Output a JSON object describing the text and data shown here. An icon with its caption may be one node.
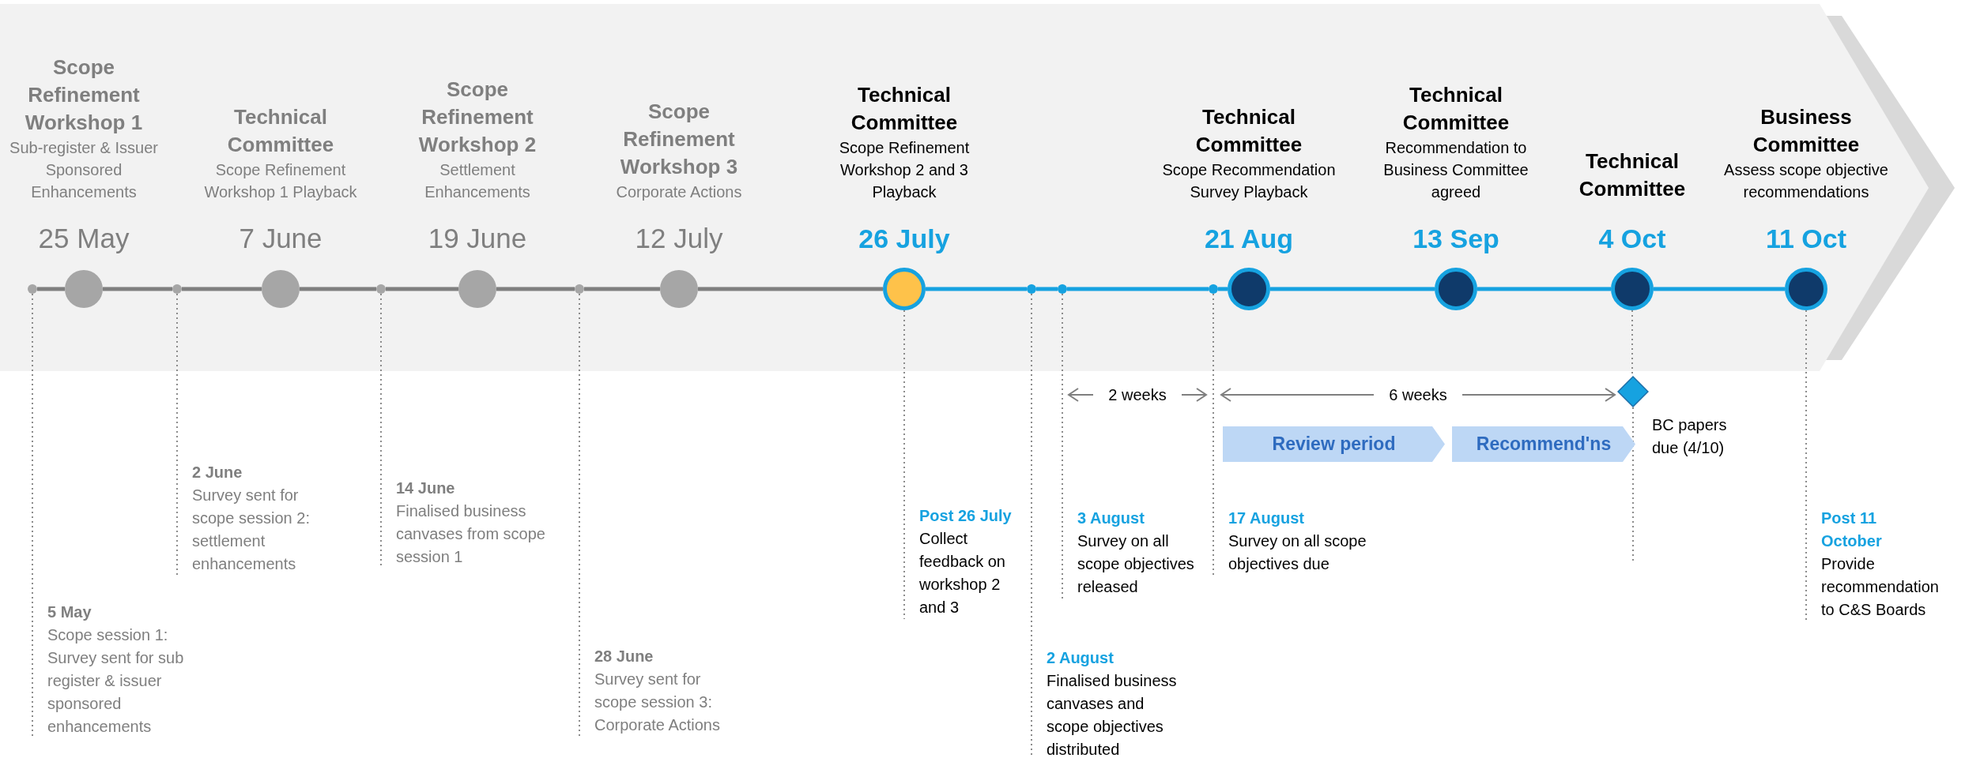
{
  "diagram": {
    "nodes": [
      {
        "text": [
          "Scope Refinement Workshop 1",
          "Sub-register & Issuer Sponsored Enhancements",
          "25 May"
        ]
      },
      {
        "text": [
          "Technical Committee",
          "Scope Refinement Workshop 1 Playback",
          "7 June"
        ]
      },
      {
        "text": [
          "Scope Refinement Workshop 2",
          "Settlement Enhancements",
          "19 June"
        ]
      },
      {
        "text": [
          "Scope Refinement Workshop 3",
          "Corporate Actions",
          "12 July"
        ]
      },
      {
        "text": [
          "Technical Committee",
          "Scope Refinement Workshop 2 and 3 Playback",
          "26 July"
        ]
      },
      {
        "text": [
          "Technical Committee",
          "Scope Recommendation Survey Playback",
          "21 Aug"
        ]
      },
      {
        "text": [
          "Technical Committee",
          "Recommendation to Business Committee agreed",
          "13 Sep"
        ]
      },
      {
        "text": [
          "Technical Committee",
          "4 Oct"
        ]
      },
      {
        "text": [
          "Business Committee",
          "Assess scope objective recommendations",
          "11 Oct"
        ]
      },
      {
        "text": [],
        "shape": "circle"
      },
      {
        "text": [],
        "shape": "circle"
      },
      {
        "text": [],
        "shape": "circle"
      },
      {
        "text": [],
        "shape": "circle"
      },
      {
        "text": [],
        "shape": "circle"
      },
      {
        "text": [],
        "shape": "circle"
      },
      {
        "text": [],
        "shape": "circle"
      },
      {
        "text": [
          "5 May",
          "Scope session 1: Survey sent for sub register & issuer sponsored enhancements"
        ]
      },
      {
        "text": [
          "2 June",
          "Survey sent for scope session 2: settlement enhancements"
        ]
      },
      {
        "text": [
          "14 June",
          "Finalised business canvases from scope session 1"
        ]
      },
      {
        "text": [
          "28 June",
          "Survey sent for scope session 3: Corporate Actions"
        ]
      },
      {
        "text": [
          "Post 26 July",
          "Collect feedback on workshop 2 and 3"
        ]
      },
      {
        "text": [
          "2 August",
          "Finalised business canvases and scope objectives distributed"
        ]
      },
      {
        "text": [
          "3 August",
          "Survey on all scope objectives released"
        ]
      },
      {
        "text": [
          "17 August",
          "Survey on all scope objectives due"
        ]
      },
      {
        "text": [
          "Post 11 October",
          "Provide recommendation to C&S Boards"
        ]
      },
      {
        "text": [
          "Review period"
        ]
      },
      {
        "text": [
          "Recommend'ns"
        ]
      },
      {
        "text": [],
        "shape": "diamond",
        "beside": [
          "BC papers due (4/10)"
        ]
      }
    ],
    "edges": [
      {
        "from": 9,
        "to": 0,
        "arrow": "none"
      },
      {
        "from": 0,
        "to": 10,
        "arrow": "none"
      },
      {
        "from": 10,
        "to": 1,
        "arrow": "none"
      },
      {
        "from": 1,
        "to": 11,
        "arrow": "none"
      },
      {
        "from": 11,
        "to": 2,
        "arrow": "none"
      },
      {
        "from": 2,
        "to": 12,
        "arrow": "none"
      },
      {
        "from": 12,
        "to": 3,
        "arrow": "none"
      },
      {
        "from": 3,
        "to": 4,
        "arrow": "none"
      },
      {
        "from": 4,
        "to": 13,
        "arrow": "none",
        "color": "#16a2e0"
      },
      {
        "from": 13,
        "to": 14,
        "arrow": "none",
        "color": "#16a2e0"
      },
      {
        "from": 14,
        "to": 15,
        "arrow": "none",
        "color": "#16a2e0"
      },
      {
        "from": 15,
        "to": 5,
        "arrow": "none",
        "color": "#16a2e0"
      },
      {
        "from": 5,
        "to": 6,
        "arrow": "none",
        "color": "#16a2e0"
      },
      {
        "from": 6,
        "to": 7,
        "arrow": "none",
        "color": "#16a2e0"
      },
      {
        "from": 7,
        "to": 8,
        "arrow": "none",
        "color": "#16a2e0"
      },
      {
        "from": 9,
        "to": 16,
        "arrow": "none",
        "style": "dashed"
      },
      {
        "from": 10,
        "to": 17,
        "arrow": "none",
        "style": "dashed"
      },
      {
        "from": 11,
        "to": 18,
        "arrow": "none",
        "style": "dashed"
      },
      {
        "from": 12,
        "to": 19,
        "arrow": "none",
        "style": "dashed"
      },
      {
        "from": 4,
        "to": 20,
        "arrow": "none",
        "style": "dashed"
      },
      {
        "from": 13,
        "to": 21,
        "arrow": "none",
        "style": "dashed"
      },
      {
        "from": 14,
        "to": 22,
        "arrow": "none",
        "style": "dashed"
      },
      {
        "from": 15,
        "to": 23,
        "arrow": "none",
        "style": "dashed"
      },
      {
        "from": 7,
        "to": 27,
        "arrow": "none",
        "style": "dashed"
      },
      {
        "from": 27,
        "to": null,
        "arrow": "none",
        "style": "dashed"
      },
      {
        "from": 8,
        "to": 24,
        "arrow": "none",
        "style": "dashed"
      }
    ],
    "labels": [
      "2 weeks",
      "6 weeks"
    ]
  }
}
